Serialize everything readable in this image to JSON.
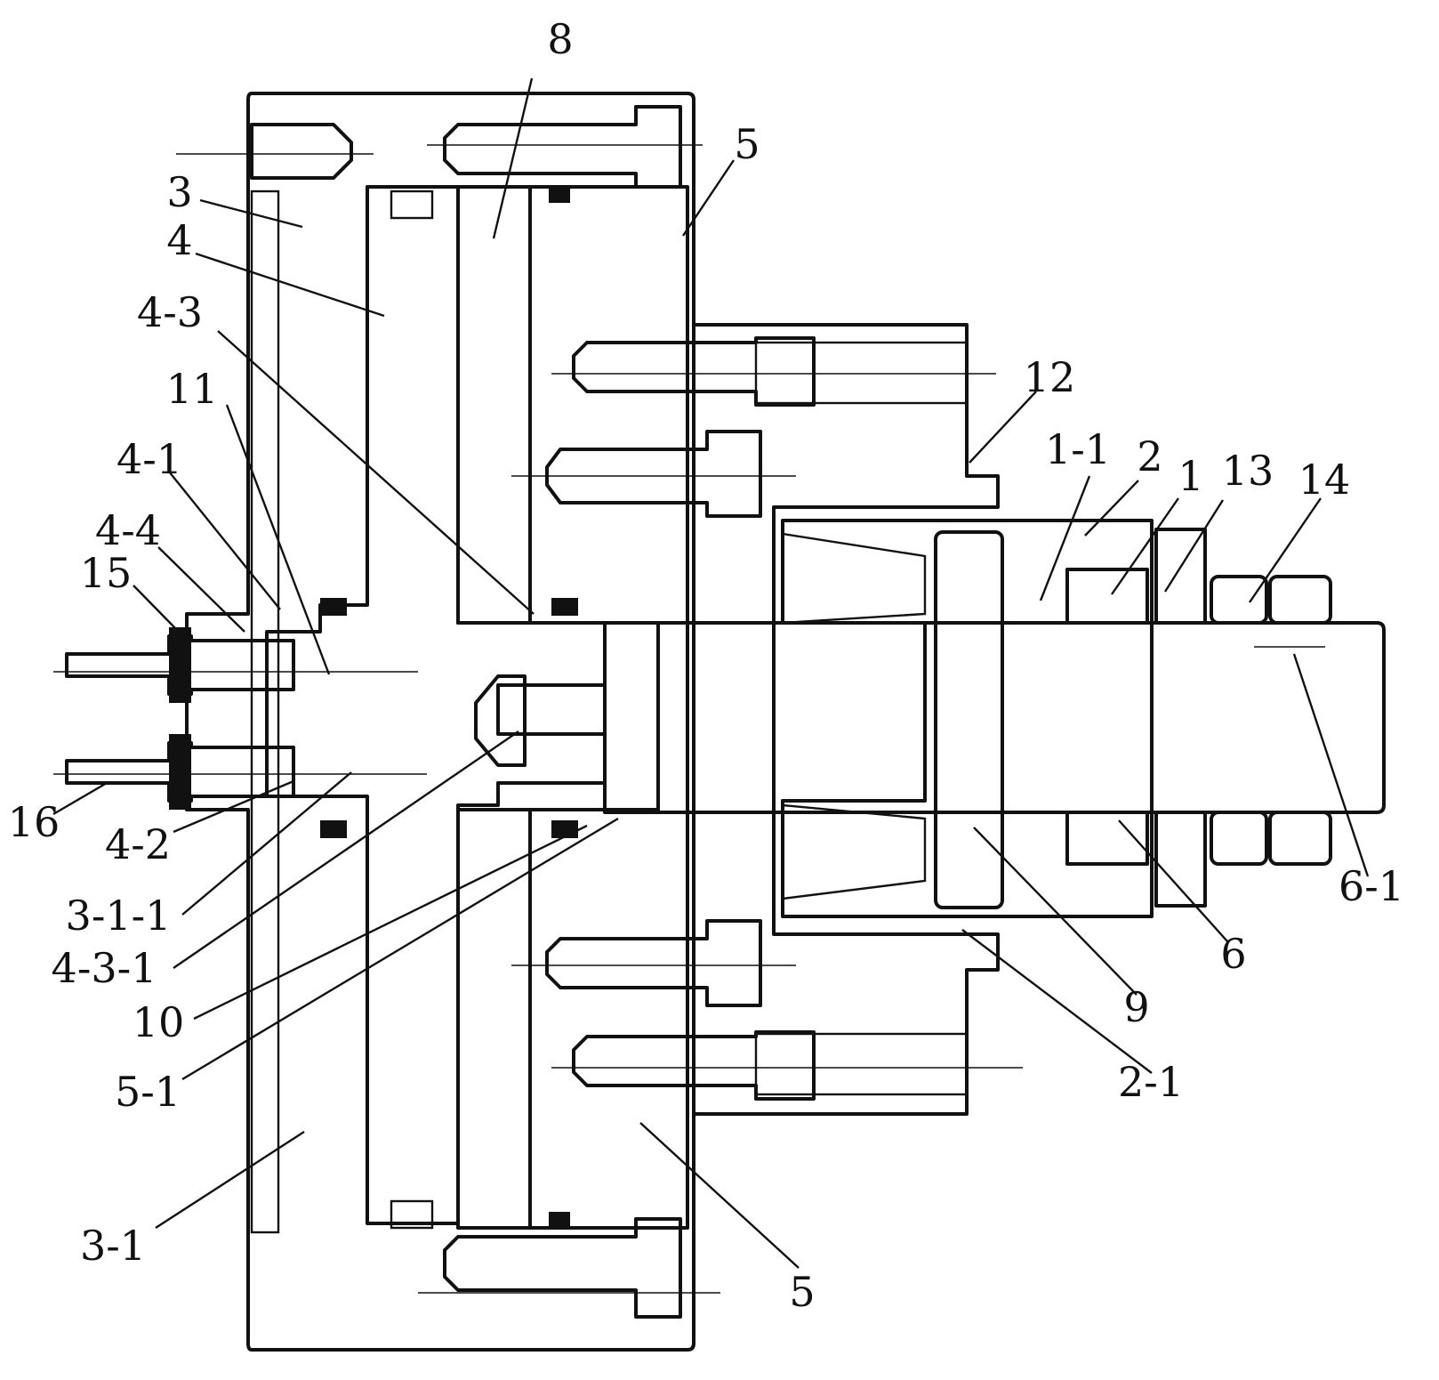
{
  "callouts": [
    {
      "id": "8",
      "text": "8"
    },
    {
      "id": "5-top",
      "text": "5"
    },
    {
      "id": "3",
      "text": "3"
    },
    {
      "id": "4",
      "text": "4"
    },
    {
      "id": "4-3",
      "text": "4-3"
    },
    {
      "id": "11",
      "text": "11"
    },
    {
      "id": "4-1",
      "text": "4-1"
    },
    {
      "id": "4-4",
      "text": "4-4"
    },
    {
      "id": "15",
      "text": "15"
    },
    {
      "id": "12",
      "text": "12"
    },
    {
      "id": "1-1",
      "text": "1-1"
    },
    {
      "id": "2",
      "text": "2"
    },
    {
      "id": "1",
      "text": "1"
    },
    {
      "id": "13",
      "text": "13"
    },
    {
      "id": "14",
      "text": "14"
    },
    {
      "id": "16",
      "text": "16"
    },
    {
      "id": "4-2",
      "text": "4-2"
    },
    {
      "id": "3-1-1",
      "text": "3-1-1"
    },
    {
      "id": "4-3-1",
      "text": "4-3-1"
    },
    {
      "id": "10",
      "text": "10"
    },
    {
      "id": "5-1",
      "text": "5-1"
    },
    {
      "id": "3-1",
      "text": "3-1"
    },
    {
      "id": "5-bottom",
      "text": "5"
    },
    {
      "id": "6-1",
      "text": "6-1"
    },
    {
      "id": "6",
      "text": "6"
    },
    {
      "id": "9",
      "text": "9"
    },
    {
      "id": "2-1",
      "text": "2-1"
    }
  ]
}
